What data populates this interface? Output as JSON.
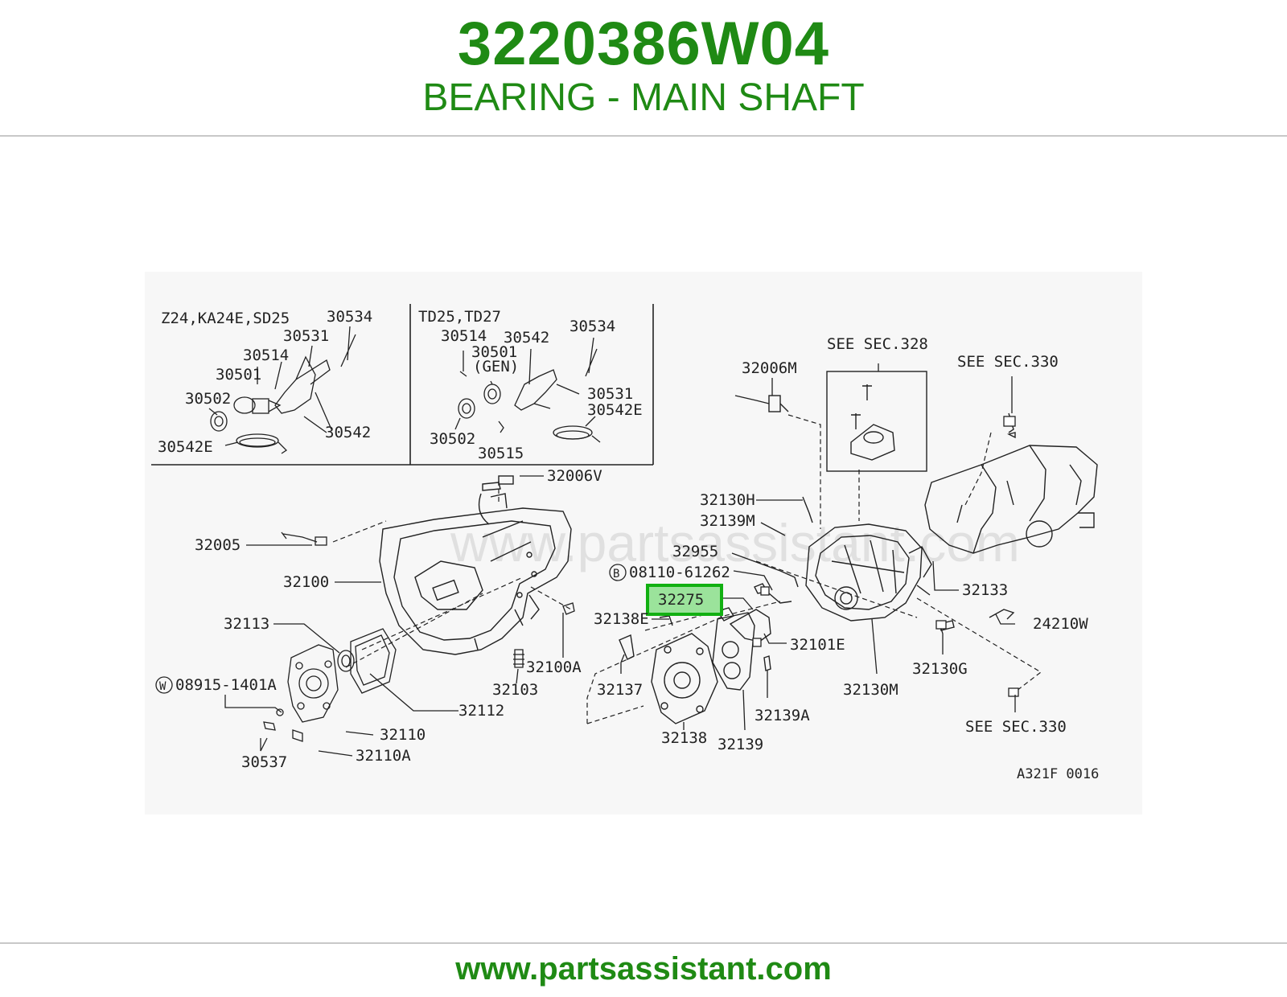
{
  "header": {
    "part_number": "3220386W04",
    "part_name": "BEARING - MAIN SHAFT"
  },
  "colors": {
    "brand_green": "#1f8a14",
    "highlight_fill": "#9be39b",
    "highlight_border": "#11b011"
  },
  "diagram": {
    "watermark": "www.partsassistant.com",
    "code": "A321F 0016",
    "highlighted_part": "32275",
    "inset_left": {
      "title": "Z24,KA24E,SD25",
      "labels": [
        "30534",
        "30531",
        "30514",
        "30501",
        "30502",
        "30542",
        "30542E"
      ]
    },
    "inset_right": {
      "title": "TD25,TD27",
      "labels": [
        "30514",
        "30542",
        "30534",
        "30501",
        "(GEN)",
        "30531",
        "30542E",
        "30502",
        "30515"
      ]
    },
    "callouts": {
      "c32006V": "32006V",
      "c32005": "32005",
      "c32100": "32100",
      "c32113": "32113",
      "c08915": "08915-1401A",
      "c30537": "30537",
      "c32110": "32110",
      "c32110A": "32110A",
      "c32112": "32112",
      "c32103": "32103",
      "c32100A": "32100A",
      "c32006M": "32006M",
      "c_see328": "SEE SEC.328",
      "c_see330a": "SEE SEC.330",
      "c32130H": "32130H",
      "c32139M": "32139M",
      "c32955": "32955",
      "c08110": "08110-61262",
      "c32275": "32275",
      "c32138E": "32138E",
      "c32137": "32137",
      "c32138": "32138",
      "c32139": "32139",
      "c32139A": "32139A",
      "c32101E": "32101E",
      "c32130M": "32130M",
      "c32130G": "32130G",
      "c32133": "32133",
      "c24210W": "24210W",
      "c_see330b": "SEE SEC.330",
      "circle_w": "W",
      "circle_b": "B"
    }
  },
  "footer": {
    "url": "www.partsassistant.com"
  }
}
